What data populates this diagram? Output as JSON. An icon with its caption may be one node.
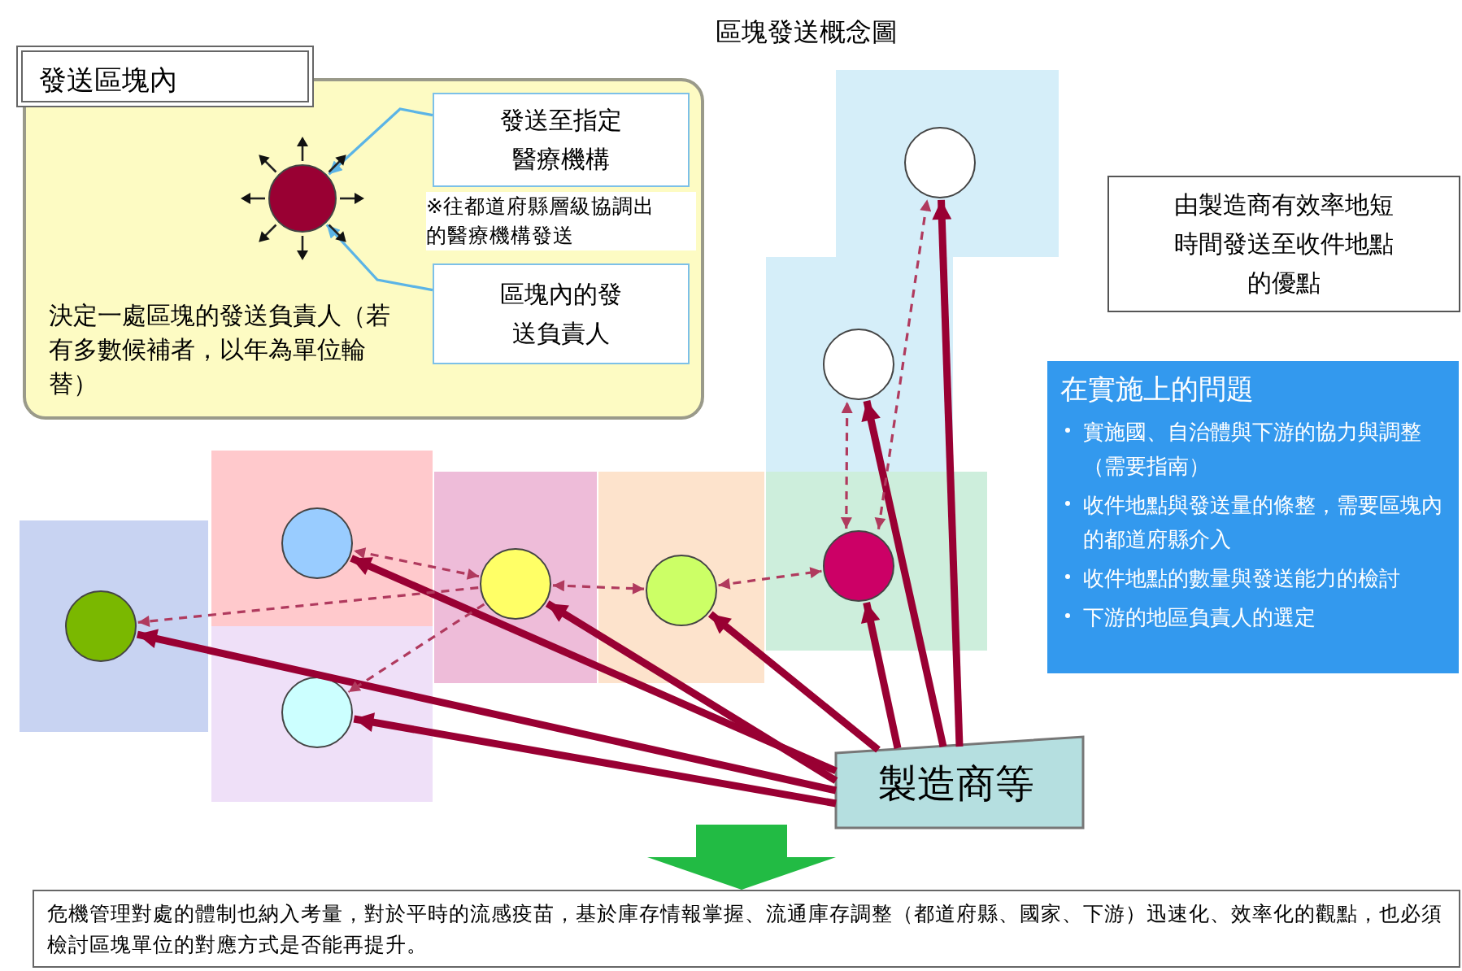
{
  "diagram": {
    "title": "區塊發送概念圖",
    "nodes": [
      {
        "text": [
          "發送區塊內",
          "決定一處區塊的發送負責人（若有多數候補者，以年為單位輪替）"
        ]
      },
      {
        "text": [],
        "shape": "circle",
        "in": 0
      },
      {
        "text": [
          "發送至指定醫療機構"
        ],
        "in": 0,
        "beside": [
          "※往都道府縣層級協調出的醫療機構發送"
        ]
      },
      {
        "text": [
          "區塊內的發送負責人"
        ],
        "in": 0
      },
      {
        "text": [],
        "shape": "circle"
      },
      {
        "text": [],
        "shape": "circle"
      },
      {
        "text": [],
        "shape": "circle"
      },
      {
        "text": [],
        "shape": "circle"
      },
      {
        "text": [],
        "shape": "circle"
      },
      {
        "text": [],
        "shape": "circle"
      },
      {
        "text": [],
        "shape": "circle"
      },
      {
        "text": [],
        "shape": "circle"
      },
      {
        "text": [
          "製造商等"
        ]
      },
      {
        "text": [
          "由製造商有效率地短時間發送至收件地點的優點"
        ]
      },
      {
        "text": [
          "在實施上的問題",
          "實施國、自治體與下游的協力與調整（需要指南）",
          "收件地點與發送量的條整，需要區塊內的都道府縣介入",
          "收件地點的數量與發送能力的檢討",
          "下游的地區負責人的選定"
        ]
      },
      {
        "text": [
          "危機管理對處的體制也納入考量，對於平時的流感疫苗，基於庫存情報掌握、流通庫存調整（都道府縣、國家、下游）迅速化、效率化的觀點，也必須檢討區塊單位的對應方式是否能再提升。"
        ]
      }
    ],
    "edges": [
      {
        "from": 2,
        "to": 1,
        "arrow": "to",
        "color": "#5bb4e6"
      },
      {
        "from": 3,
        "to": 1,
        "arrow": "to",
        "color": "#5bb4e6"
      },
      {
        "from": 12,
        "to": 5,
        "arrow": "to",
        "style": "thick"
      },
      {
        "from": 12,
        "to": 7,
        "arrow": "to",
        "style": "thick"
      },
      {
        "from": 12,
        "to": 4,
        "arrow": "to",
        "style": "thick"
      },
      {
        "from": 12,
        "to": 6,
        "arrow": "to",
        "style": "thick"
      },
      {
        "from": 12,
        "to": 8,
        "arrow": "to",
        "style": "thick"
      },
      {
        "from": 12,
        "to": 11,
        "arrow": "to",
        "style": "thick"
      },
      {
        "from": 12,
        "to": 10,
        "arrow": "to",
        "style": "thick"
      },
      {
        "from": 12,
        "to": 9,
        "arrow": "to",
        "style": "thick"
      },
      {
        "from": 7,
        "to": 5,
        "arrow": "both",
        "style": "dashed"
      },
      {
        "from": 7,
        "to": 8,
        "arrow": "both",
        "style": "dashed"
      },
      {
        "from": 8,
        "to": 11,
        "arrow": "both",
        "style": "dashed"
      },
      {
        "from": 7,
        "to": 4,
        "arrow": "to",
        "style": "dashed"
      },
      {
        "from": 7,
        "to": 6,
        "arrow": "to",
        "style": "dashed"
      },
      {
        "from": 11,
        "to": 10,
        "arrow": "both",
        "style": "dashed"
      },
      {
        "from": 11,
        "to": 9,
        "arrow": "both",
        "style": "dashed"
      },
      {
        "from": null,
        "to": 15,
        "arrow": "to",
        "style": "thick",
        "color": "#22bb44"
      }
    ]
  }
}
